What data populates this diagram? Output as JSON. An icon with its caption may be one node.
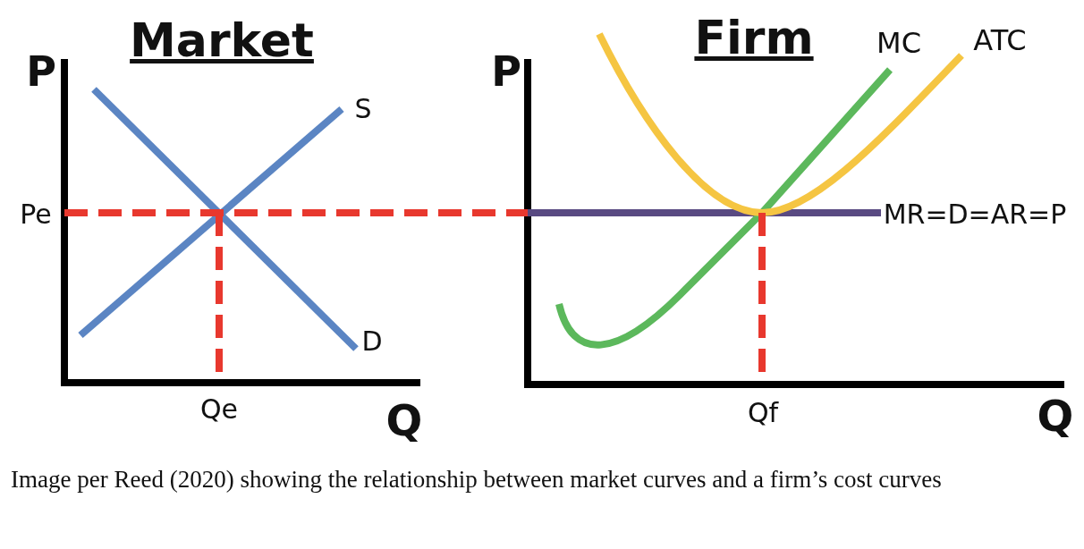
{
  "diagram": {
    "caption": "Image per Reed (2020) showing the relationship between market curves and a firm’s cost curves",
    "labels": [
      "Market",
      "Firm",
      "MC",
      "ATC",
      "P",
      "P",
      "S",
      "Pe",
      "MR=D=AR=P",
      "D",
      "Qe",
      "Qf",
      "Q",
      "Q"
    ]
  }
}
